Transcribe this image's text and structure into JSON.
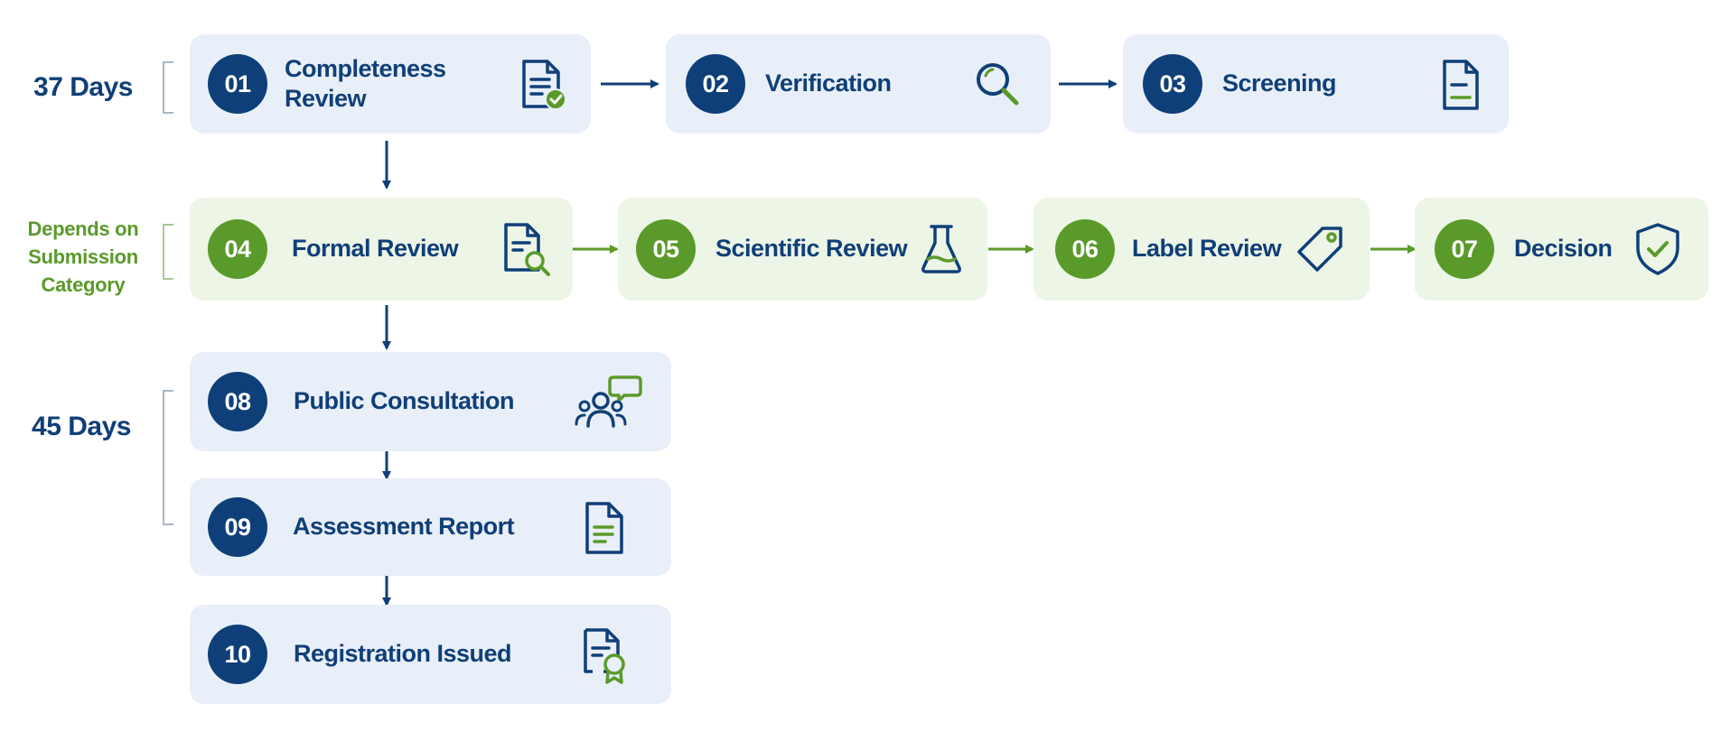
{
  "groups": [
    {
      "label": "37 Days"
    },
    {
      "label": "Depends on Submission Category"
    },
    {
      "label": "45 Days"
    }
  ],
  "steps": [
    {
      "number": "01",
      "title": "Completeness Review",
      "icon": "document-check-icon"
    },
    {
      "number": "02",
      "title": "Verification",
      "icon": "magnifier-icon"
    },
    {
      "number": "03",
      "title": "Screening",
      "icon": "document-icon"
    },
    {
      "number": "04",
      "title": "Formal Review",
      "icon": "document-search-icon"
    },
    {
      "number": "05",
      "title": "Scientific Review",
      "icon": "flask-icon"
    },
    {
      "number": "06",
      "title": "Label Review",
      "icon": "tag-icon"
    },
    {
      "number": "07",
      "title": "Decision",
      "icon": "shield-check-icon"
    },
    {
      "number": "08",
      "title": "Public Consultation",
      "icon": "people-chat-icon"
    },
    {
      "number": "09",
      "title": "Assessment Report",
      "icon": "report-icon"
    },
    {
      "number": "10",
      "title": "Registration Issued",
      "icon": "certificate-icon"
    }
  ],
  "colors": {
    "navy": "#0f3f78",
    "green": "#5a9a2a",
    "blue_card": "#e9eff8",
    "green_card": "#edf5e6"
  }
}
